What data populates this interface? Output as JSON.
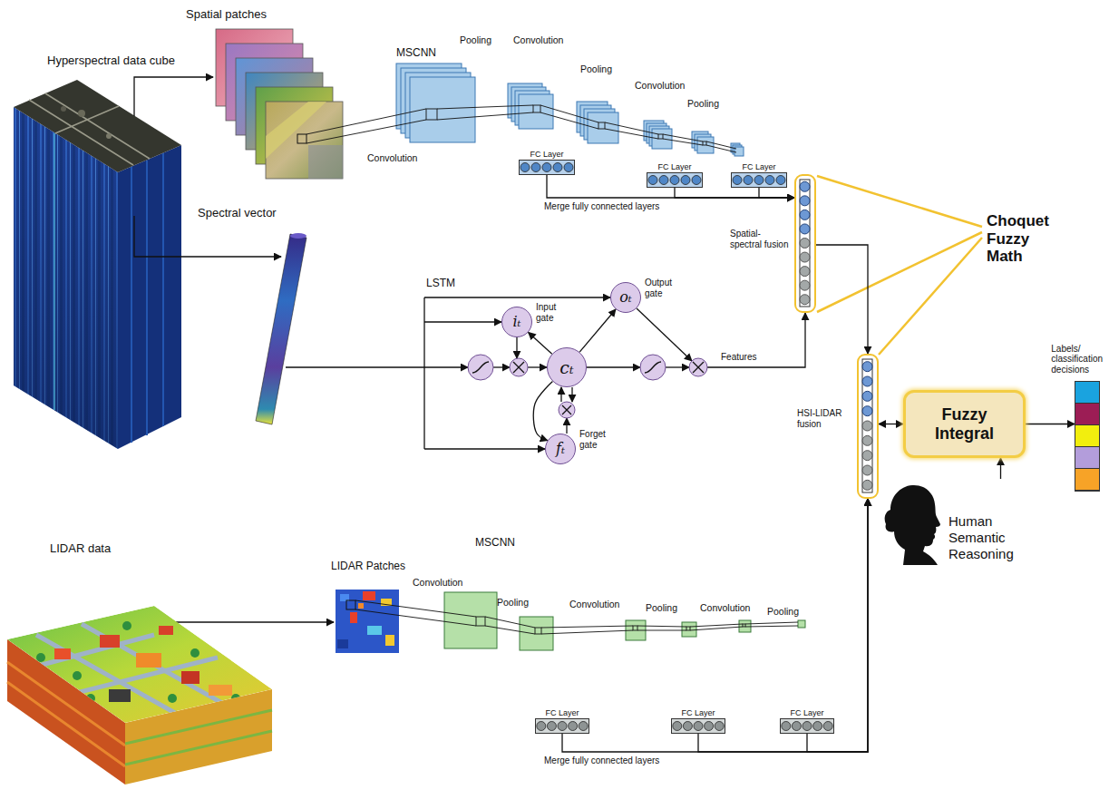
{
  "diagram": {
    "nodes": [
      {
        "text": [
          "FC Layer"
        ]
      },
      {
        "text": [
          "FC Layer"
        ]
      },
      {
        "text": [
          "FC Layer"
        ]
      },
      {
        "text": [
          "iₜ",
          "Input gate"
        ]
      },
      {
        "text": [
          "oₜ",
          "Output gate"
        ]
      },
      {
        "text": [
          "cₜ"
        ]
      },
      {
        "text": [
          "fₜ",
          "Forget gate"
        ]
      },
      {
        "text": [
          "Spatial-spectral fusion"
        ]
      },
      {
        "text": [
          "HSI-LIDAR fusion"
        ]
      },
      {
        "text": [
          "Fuzzy Integral"
        ]
      },
      {
        "text": [
          "Labels/ classification decisions"
        ]
      },
      {
        "text": [
          "Human Semantic Reasoning"
        ]
      },
      {
        "text": [
          "FC Layer"
        ]
      },
      {
        "text": [
          "FC Layer"
        ]
      },
      {
        "text": [
          "FC Layer"
        ]
      }
    ],
    "edges": [
      {
        "from": 0,
        "to": 7,
        "arrow": "to"
      },
      {
        "from": 1,
        "to": 7,
        "arrow": "to"
      },
      {
        "from": 2,
        "to": 7,
        "arrow": "to"
      },
      {
        "from": 5,
        "to": 3,
        "arrow": "to"
      },
      {
        "from": 5,
        "to": 4,
        "arrow": "to"
      },
      {
        "from": 5,
        "to": 6,
        "arrow": "to"
      },
      {
        "from": 7,
        "to": 8,
        "arrow": "to"
      },
      {
        "from": 8,
        "to": 9,
        "arrow": "both"
      },
      {
        "from": 9,
        "to": 10,
        "arrow": "to"
      },
      {
        "from": 11,
        "to": 9,
        "arrow": "to"
      },
      {
        "from": 12,
        "to": 8,
        "arrow": "to"
      },
      {
        "from": 13,
        "to": 8,
        "arrow": "to"
      },
      {
        "from": 14,
        "to": 8,
        "arrow": "to"
      }
    ],
    "labels": [
      "Hyperspectral data cube",
      "Spatial patches",
      "MSCNN",
      "Pooling",
      "Convolution",
      "Pooling",
      "Convolution",
      "Pooling",
      "Convolution",
      "Merge fully connected layers",
      "Spectral vector",
      "LSTM",
      "Features",
      "Choquet Fuzzy Math",
      "LIDAR data",
      "LIDAR Patches",
      "MSCNN",
      "Convolution",
      "Pooling",
      "Convolution",
      "Pooling",
      "Convolution",
      "Pooling",
      "Merge fully connected layers"
    ]
  }
}
